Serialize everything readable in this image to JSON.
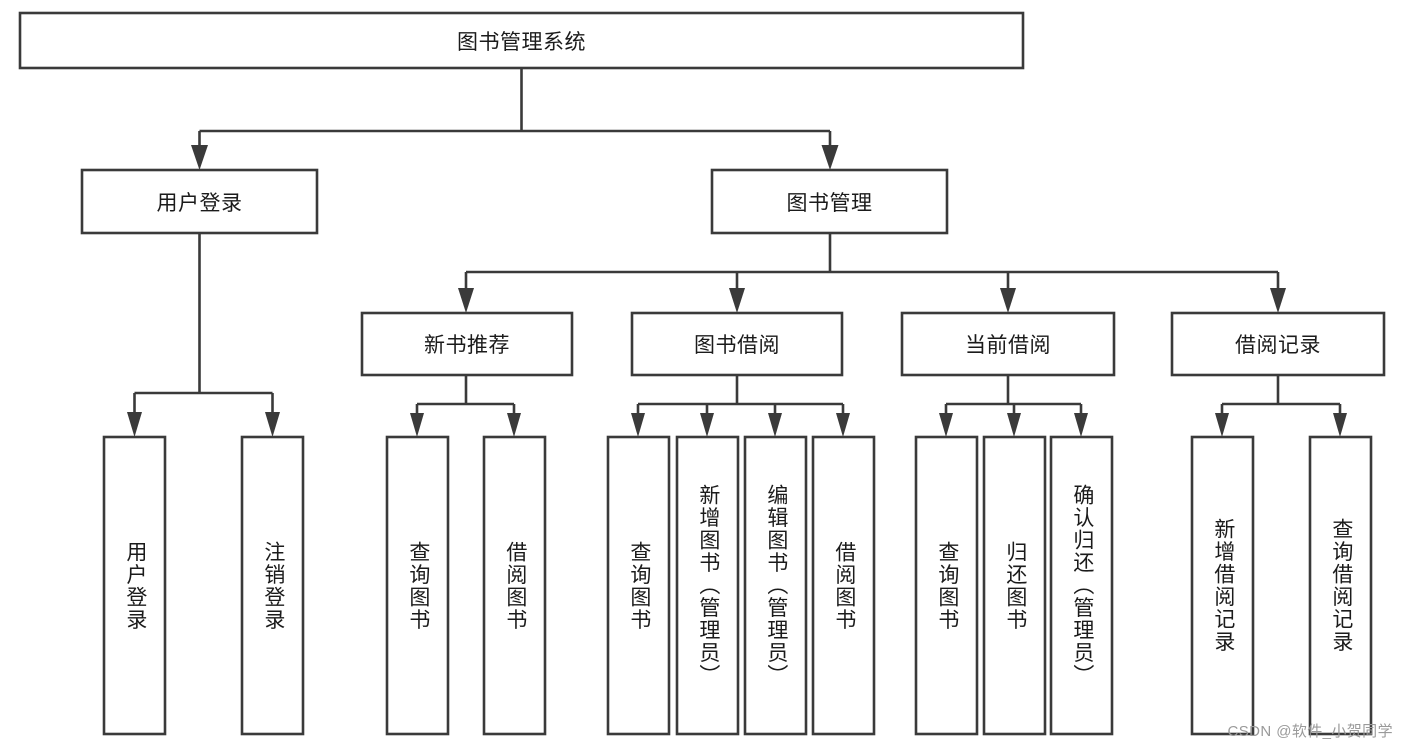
{
  "diagram": {
    "title": "图书管理系统",
    "type": "tree",
    "watermark": "CSDN @软件_小贺同学",
    "nodes": {
      "root": {
        "label": "图书管理系统",
        "orientation": "horizontal"
      },
      "l2": [
        {
          "id": "user-login",
          "label": "用户登录",
          "orientation": "horizontal"
        },
        {
          "id": "book-manage",
          "label": "图书管理",
          "orientation": "horizontal"
        }
      ],
      "l3": [
        {
          "id": "new-book-recommend",
          "label": "新书推荐",
          "orientation": "horizontal"
        },
        {
          "id": "book-borrow",
          "label": "图书借阅",
          "orientation": "horizontal"
        },
        {
          "id": "current-borrow",
          "label": "当前借阅",
          "orientation": "horizontal"
        },
        {
          "id": "borrow-record",
          "label": "借阅记录",
          "orientation": "horizontal"
        }
      ],
      "leaves": [
        {
          "id": "leaf-user-login",
          "label": "用户登录",
          "parent": "user-login",
          "orientation": "vertical"
        },
        {
          "id": "leaf-logout-login",
          "label": "注销登录",
          "parent": "user-login",
          "orientation": "vertical"
        },
        {
          "id": "leaf-query-book-1",
          "label": "查询图书",
          "parent": "new-book-recommend",
          "orientation": "vertical"
        },
        {
          "id": "leaf-borrow-book-1",
          "label": "借阅图书",
          "parent": "new-book-recommend",
          "orientation": "vertical"
        },
        {
          "id": "leaf-query-book-2",
          "label": "查询图书",
          "parent": "book-borrow",
          "orientation": "vertical"
        },
        {
          "id": "leaf-add-book",
          "label": "新增图书（管理员）",
          "parent": "book-borrow",
          "orientation": "vertical"
        },
        {
          "id": "leaf-edit-book",
          "label": "编辑图书（管理员）",
          "parent": "book-borrow",
          "orientation": "vertical"
        },
        {
          "id": "leaf-borrow-book-2",
          "label": "借阅图书",
          "parent": "book-borrow",
          "orientation": "vertical"
        },
        {
          "id": "leaf-query-book-3",
          "label": "查询图书",
          "parent": "current-borrow",
          "orientation": "vertical"
        },
        {
          "id": "leaf-return-book",
          "label": "归还图书",
          "parent": "current-borrow",
          "orientation": "vertical"
        },
        {
          "id": "leaf-confirm-return",
          "label": "确认归还（管理员）",
          "parent": "current-borrow",
          "orientation": "vertical"
        },
        {
          "id": "leaf-add-record",
          "label": "新增借阅记录",
          "parent": "borrow-record",
          "orientation": "vertical"
        },
        {
          "id": "leaf-query-record",
          "label": "查询借阅记录",
          "parent": "borrow-record",
          "orientation": "vertical"
        }
      ]
    },
    "colors": {
      "box_stroke": "#3a3a3a",
      "box_fill": "#ffffff",
      "text": "#1b1b1b",
      "connector": "#3a3a3a",
      "watermark": "#9a9a9a",
      "background": "#ffffff"
    }
  }
}
